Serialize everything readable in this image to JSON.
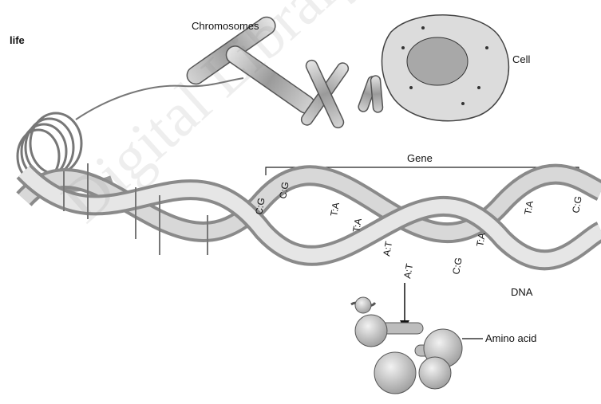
{
  "labels": {
    "life": "life",
    "chromosomes": "Chromosomes",
    "cell": "Cell",
    "gene": "Gene",
    "dna": "DNA",
    "amino_acid": "Amino acid"
  },
  "base_pairs": [
    "C:G",
    "C:G",
    "T:A",
    "T:A",
    "A:T",
    "A:T",
    "C:G",
    "T:A",
    "T:A",
    "C:G"
  ],
  "watermark": "Digital Library-Yarmouk",
  "colors": {
    "strand": "#7a7a7a",
    "ink": "#111111",
    "shade": "#bdbdbd"
  }
}
